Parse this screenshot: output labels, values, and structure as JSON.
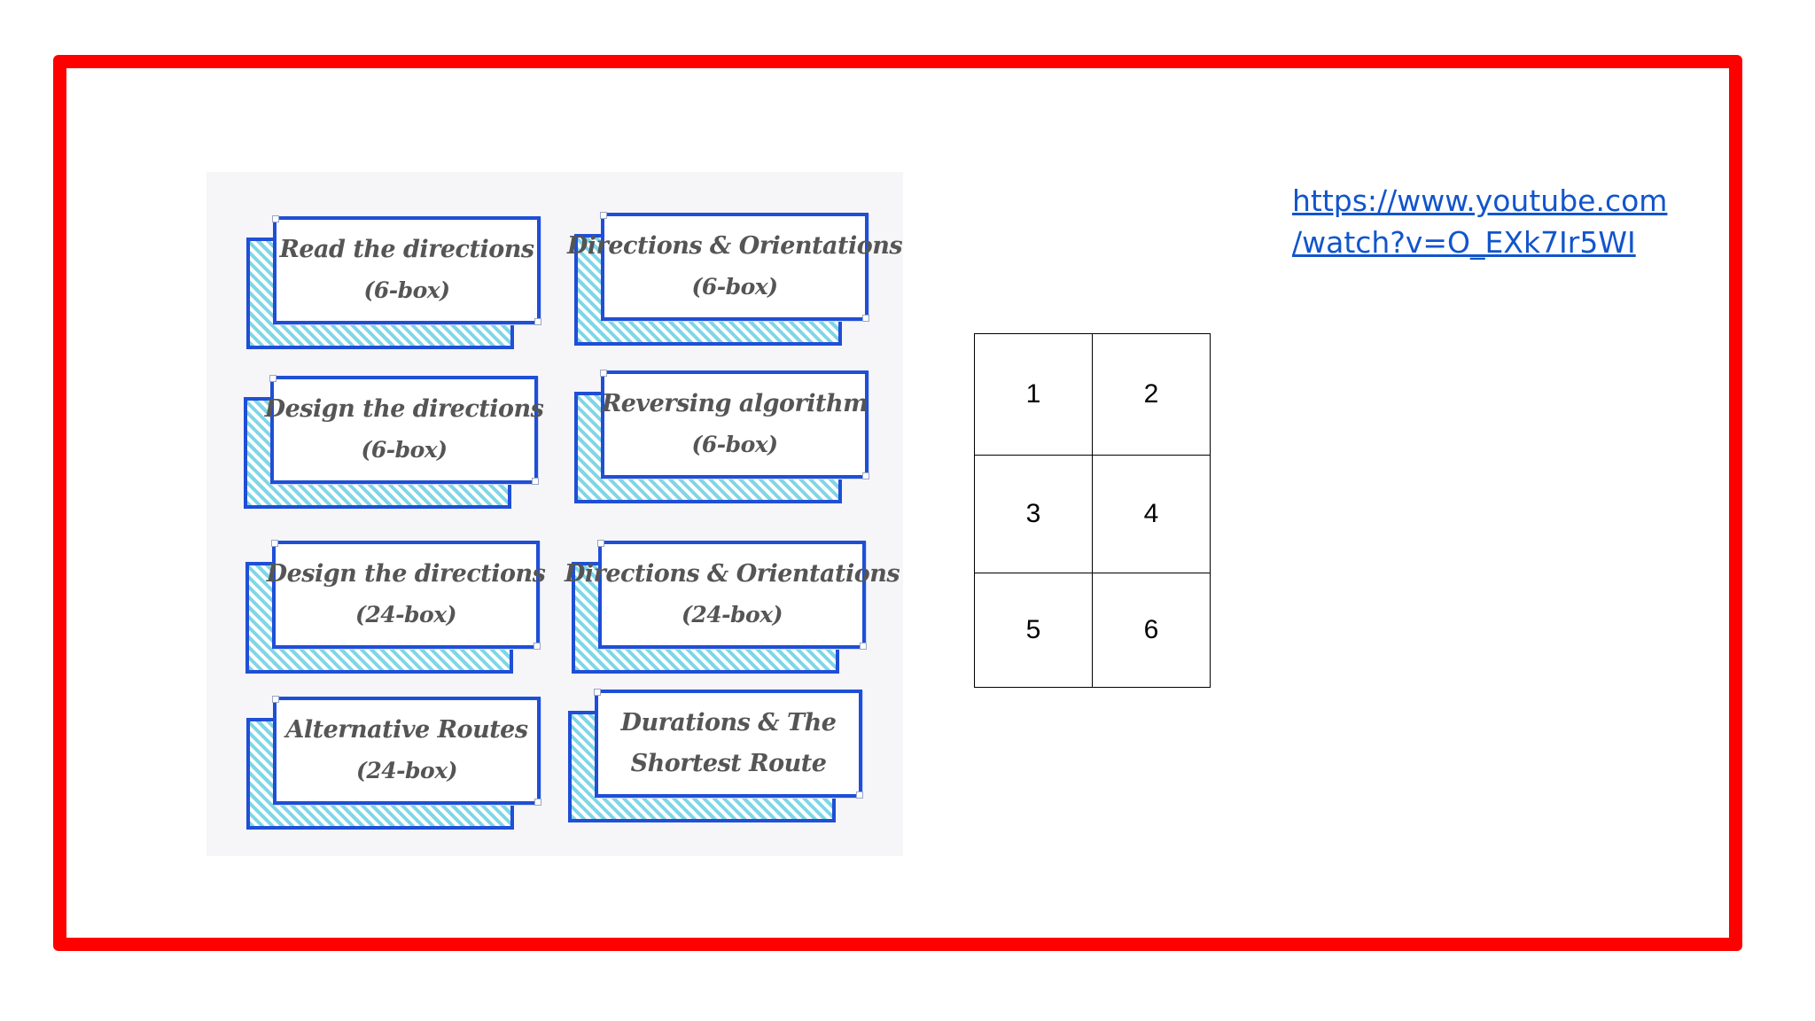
{
  "cards": [
    {
      "line1": "Read the directions",
      "line2": "(6-box)"
    },
    {
      "line1": "Directions & Orientations",
      "line2": "(6-box)"
    },
    {
      "line1": "Design the directions",
      "line2": "(6-box)"
    },
    {
      "line1": "Reversing algorithm",
      "line2": "(6-box)"
    },
    {
      "line1": "Design the directions",
      "line2": "(24-box)"
    },
    {
      "line1": "Directions & Orientations",
      "line2": "(24-box)"
    },
    {
      "line1": "Alternative Routes",
      "line2": "(24-box)"
    },
    {
      "line1": "Durations & The",
      "line2": "Shortest Route"
    }
  ],
  "grid": [
    [
      "1",
      "2"
    ],
    [
      "3",
      "4"
    ],
    [
      "5",
      "6"
    ]
  ],
  "link": {
    "line1": "https://www.youtube.com",
    "line2": "/watch?v=O_EXk7Ir5WI"
  },
  "colors": {
    "frame": "#ff0000",
    "card_border": "#1f4fd6",
    "card_stripe": "#7fd6e6",
    "link": "#1155cc"
  }
}
